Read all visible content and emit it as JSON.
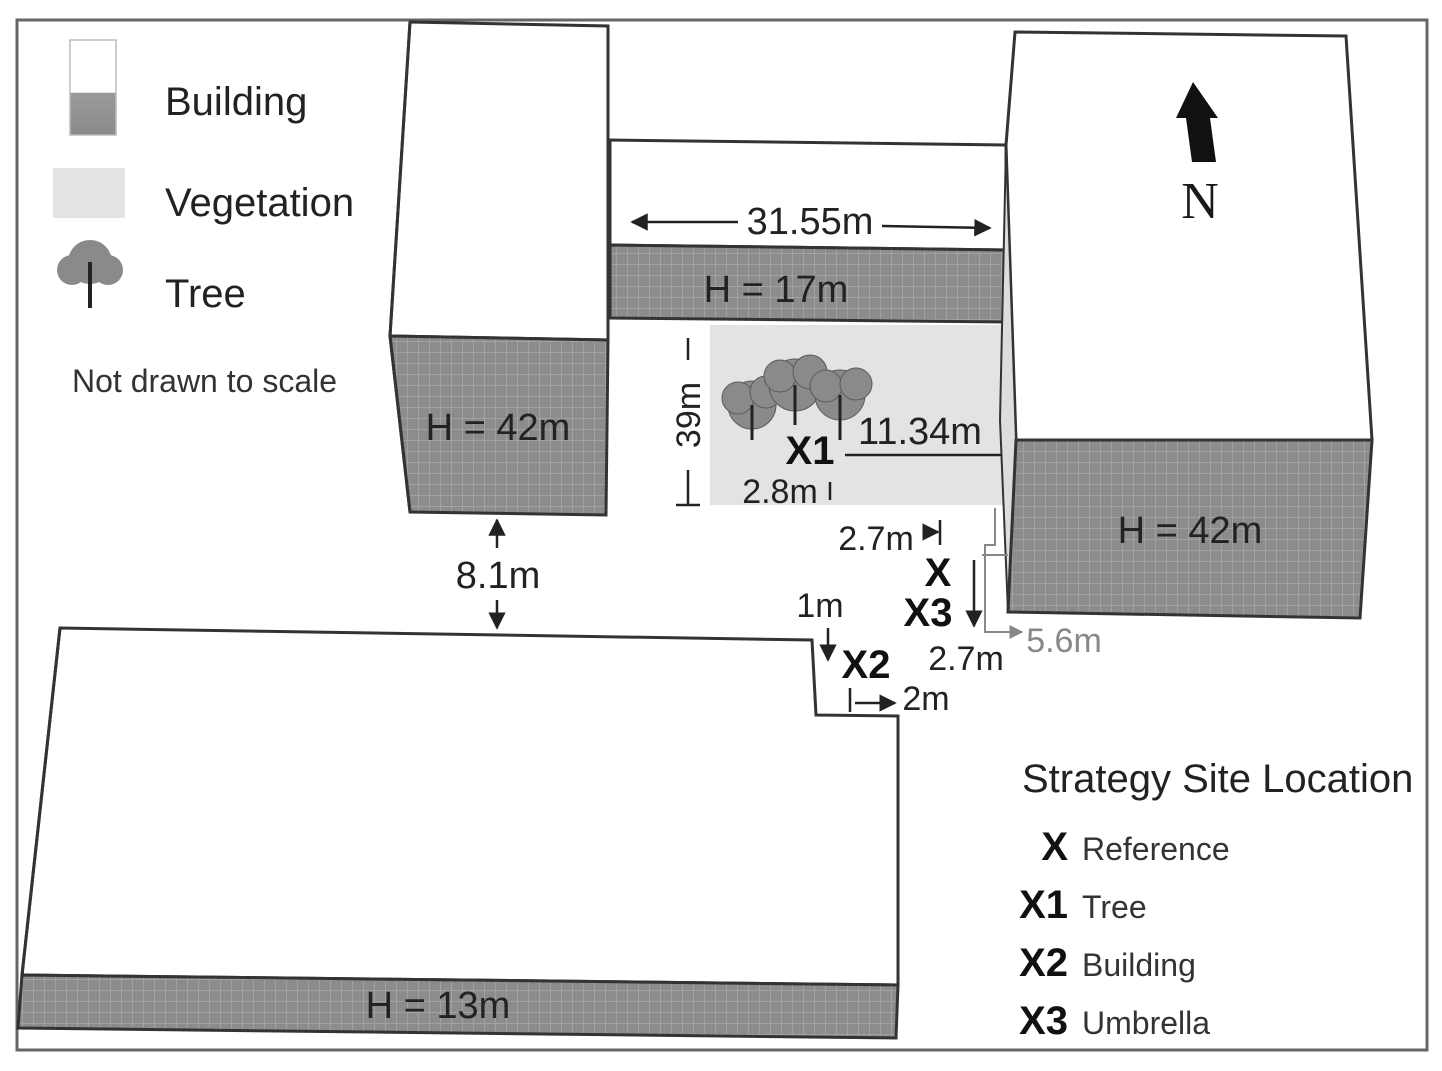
{
  "legend": {
    "items": [
      {
        "label": "Building",
        "icon": "building-swatch-icon"
      },
      {
        "label": "Vegetation",
        "icon": "vegetation-swatch-icon"
      },
      {
        "label": "Tree",
        "icon": "tree-icon"
      }
    ],
    "note": "Not drawn to scale"
  },
  "buildings": {
    "west_tower": "H = 42m",
    "east_tower": "H = 42m",
    "north_bridge": "H = 17m",
    "south_block": "H = 13m"
  },
  "dimensions": {
    "bridge_length": "31.55m",
    "courtyard_depth": "39m",
    "tree_row_length": "11.34m",
    "tree_offset": "2.8m",
    "gap_between_blocks": "8.1m",
    "ref_offset": "2.7m",
    "x3_offset": "2.7m",
    "x3_span": "5.6m",
    "x2_vertical": "1m",
    "x2_horizontal": "2m"
  },
  "markers": {
    "x": "X",
    "x1": "X1",
    "x2": "X2",
    "x3": "X3"
  },
  "compass": {
    "label": "N",
    "icon": "north-arrow-icon"
  },
  "strategy": {
    "title": "Strategy Site Location",
    "items": [
      {
        "code": "X",
        "desc": "Reference"
      },
      {
        "code": "X1",
        "desc": "Tree"
      },
      {
        "code": "X2",
        "desc": "Building"
      },
      {
        "code": "X3",
        "desc": "Umbrella"
      }
    ]
  },
  "colors": {
    "facade_grid": "#8c8c8c",
    "vegetation": "#e3e3e3",
    "outline": "#333333",
    "tree": "#8a8a8a"
  }
}
